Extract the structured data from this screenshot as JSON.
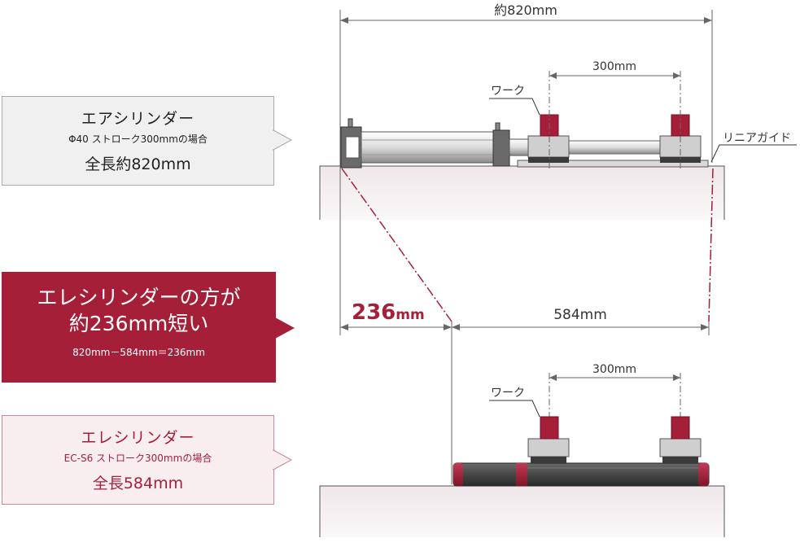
{
  "air_box": {
    "title": "エアシリンダー",
    "subtitle": "Φ40 ストローク300mmの場合",
    "length": "全長約820mm"
  },
  "diff_box": {
    "line1": "エレシリンダーの方が",
    "line2": "約236mm短い",
    "formula": "820mm－584mm＝236mm"
  },
  "ele_box": {
    "title": "エレシリンダー",
    "subtitle": "EC-S6 ストローク300mmの場合",
    "length": "全長584mm"
  },
  "diagram": {
    "total_air": "約820mm",
    "stroke_top": "300mm",
    "work_top": "ワーク",
    "linear_guide": "リニアガイド",
    "diff_value": "236",
    "diff_unit": "mm",
    "length_ele": "584mm",
    "stroke_bottom": "300mm",
    "work_bottom": "ワーク"
  },
  "colors": {
    "accent": "#a61f39",
    "gray_box": "#f0f0f0",
    "pink_box": "#f8eef0"
  }
}
